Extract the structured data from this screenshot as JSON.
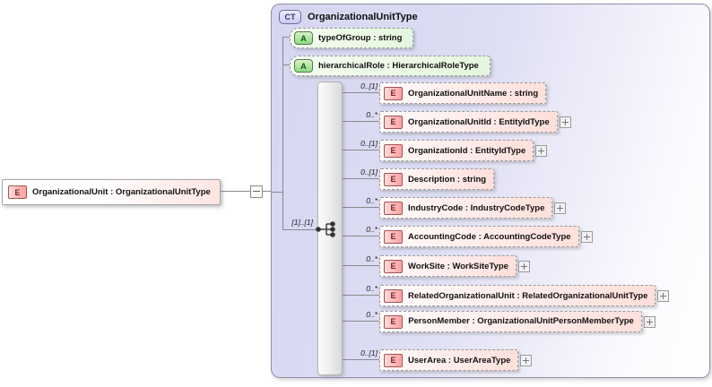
{
  "diagram": {
    "root_element": {
      "icon": "E",
      "label": "OrganizationalUnit : OrganizationalUnitType"
    },
    "complex_type": {
      "badge": "CT",
      "title": "OrganizationalUnitType",
      "attributes": [
        {
          "icon": "A",
          "label": "typeOfGroup : string"
        },
        {
          "icon": "A",
          "label": "hierarchicalRole : HierarchicalRoleType"
        }
      ],
      "sequence_cardinality": "[1]..[1]",
      "elements": [
        {
          "icon": "E",
          "cardinality": "0..[1]",
          "label": "OrganizationalUnitName : string",
          "expandable": false
        },
        {
          "icon": "E",
          "cardinality": "0..*",
          "label": "OrganizationalUnitId : EntityIdType",
          "expandable": true
        },
        {
          "icon": "E",
          "cardinality": "0..[1]",
          "label": "OrganizationId : EntityIdType",
          "expandable": true
        },
        {
          "icon": "E",
          "cardinality": "0..[1]",
          "label": "Description : string",
          "expandable": false
        },
        {
          "icon": "E",
          "cardinality": "0..*",
          "label": "IndustryCode : IndustryCodeType",
          "expandable": true
        },
        {
          "icon": "E",
          "cardinality": "0..*",
          "label": "AccountingCode : AccountingCodeType",
          "expandable": true
        },
        {
          "icon": "E",
          "cardinality": "0..*",
          "label": "WorkSite : WorkSiteType",
          "expandable": true
        },
        {
          "icon": "E",
          "cardinality": "0..*",
          "label": "RelatedOrganizationalUnit : RelatedOrganizationalUnitType",
          "expandable": true
        },
        {
          "icon": "E",
          "cardinality": "0..*",
          "label": "PersonMember : OrganizationalUnitPersonMemberType",
          "expandable": true
        },
        {
          "icon": "E",
          "cardinality": "0..[1]",
          "label": "UserArea : UserAreaType",
          "expandable": true
        }
      ]
    },
    "colors": {
      "container_fill": "#d9d9f2",
      "element_fill": "#ffdfda",
      "element_border_accent": "#a35252",
      "attribute_fill": "#e4f6dd",
      "attribute_border_accent": "#527a52",
      "ct_badge_fill": "#c9c9ef",
      "connector": "#8a8a8a"
    }
  }
}
